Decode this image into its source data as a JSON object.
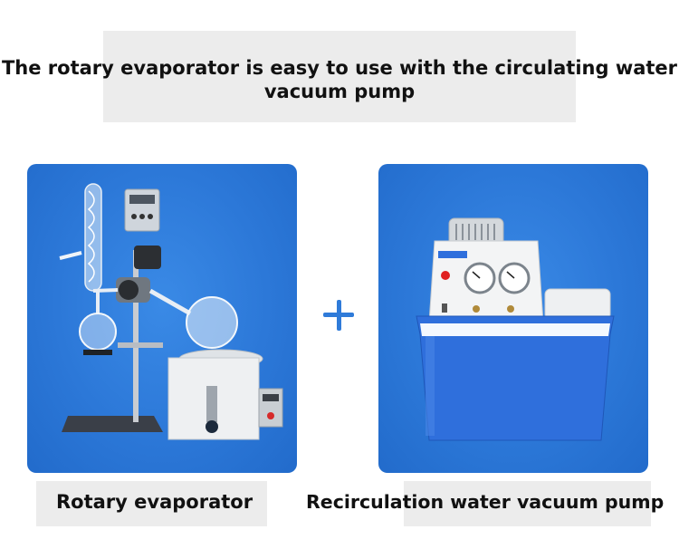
{
  "header": {
    "title": "The rotary evaporator is easy to use with the circulating water vacuum pump"
  },
  "products": [
    {
      "caption": "Rotary evaporator",
      "image_icon": "rotary-evaporator-illustration"
    },
    {
      "caption": "Recirculation water vacuum pump",
      "image_icon": "vacuum-pump-illustration"
    }
  ],
  "connector": {
    "symbol": "+",
    "icon": "plus-icon"
  },
  "colors": {
    "panel_blue": "#2f7bd9",
    "caption_bg": "#ececec",
    "pump_tank": "#2f6fdc",
    "plus": "#2f7bd9"
  }
}
